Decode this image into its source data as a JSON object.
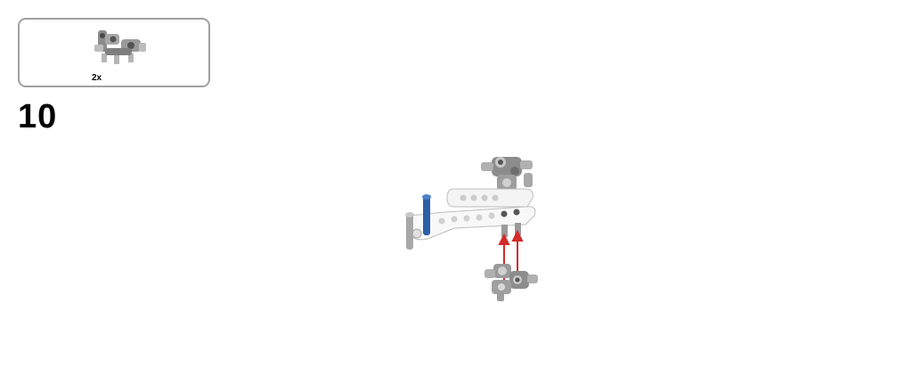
{
  "parts_callout": {
    "quantity": "2x",
    "part_icon": "axle-pin-connector-block"
  },
  "step": {
    "number": "10"
  },
  "colors": {
    "part_gray": "#8c8c8c",
    "part_light_gray": "#c8c8c8",
    "beam_white": "#f4f4f4",
    "pin_blue": "#2a5fa8",
    "arrow_red": "#d42a2a",
    "callout_border": "#a0a0a0"
  }
}
